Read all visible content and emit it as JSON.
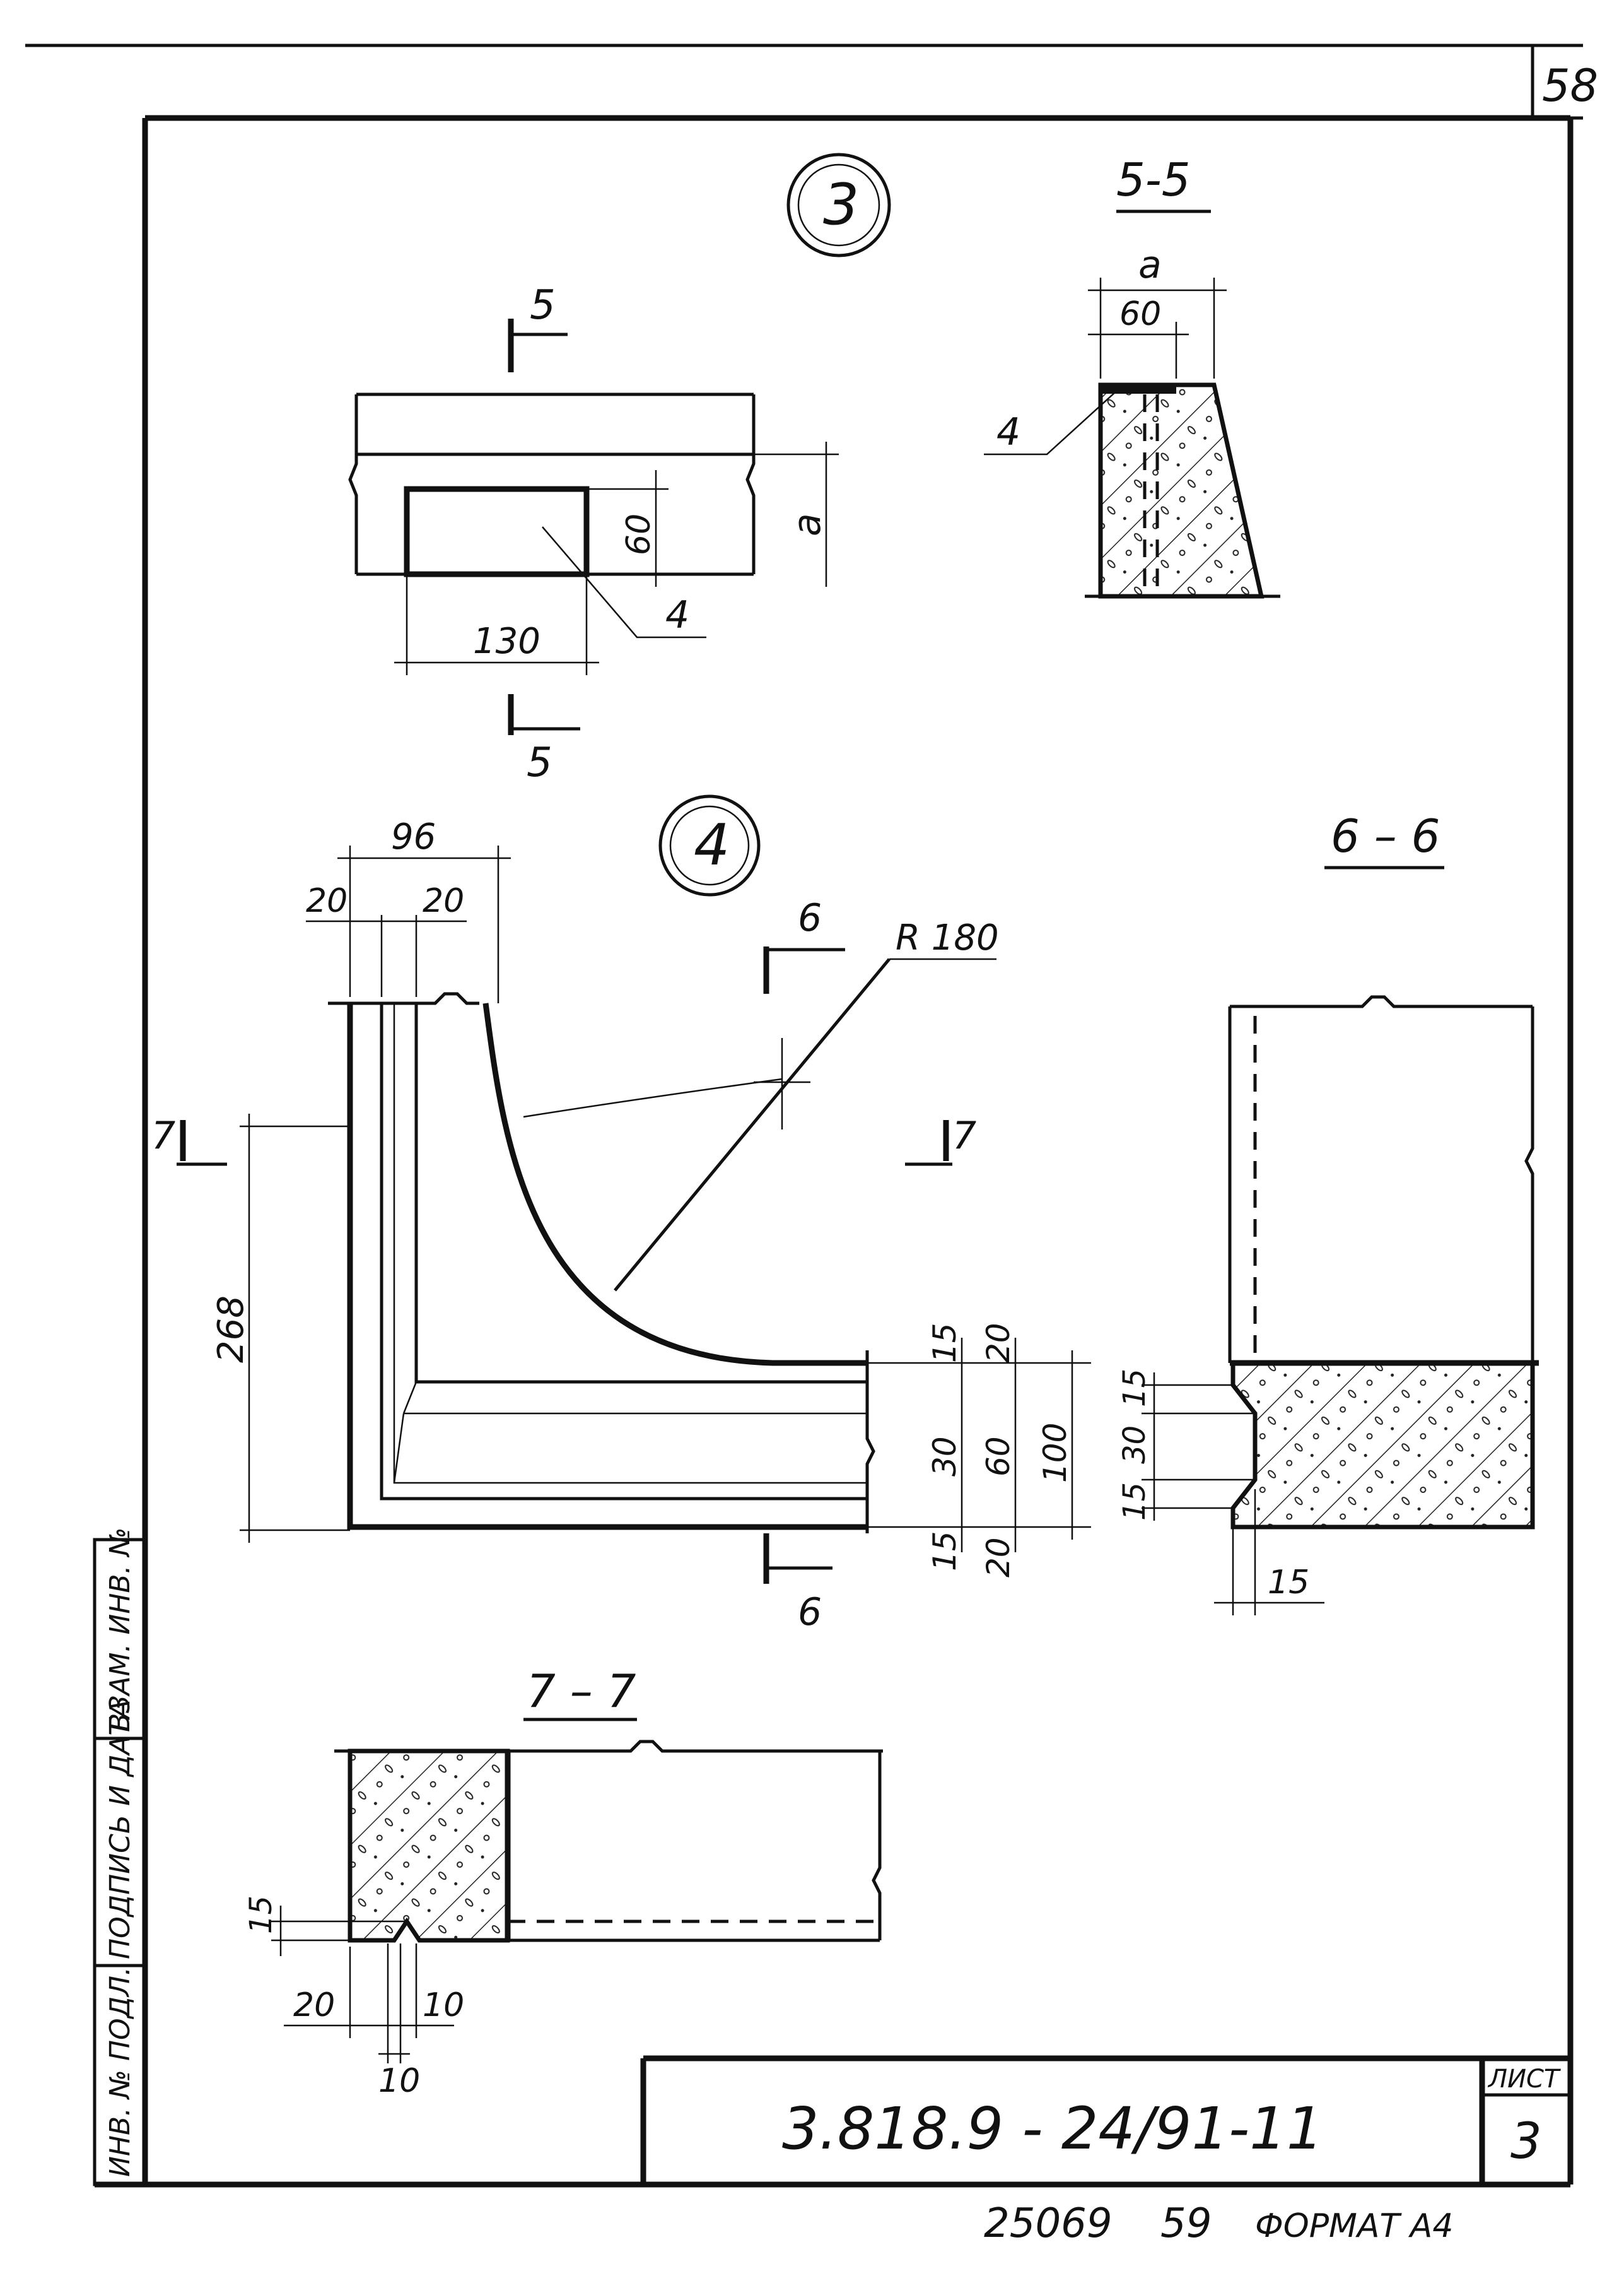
{
  "sheet": {
    "page_number": "58",
    "sheet_label": "ЛИСТ",
    "sheet_number": "3",
    "document_code": "3.818.9 - 24/91-11",
    "footer_inventory": "25069",
    "footer_page": "59",
    "footer_format": "ФОРМАТ А4"
  },
  "side_stamp": {
    "inv_podl": "ИНВ. № ПОДЛ.",
    "podpis_data": "ПОДПИСЬ И ДАТА",
    "vzam_inv": "ВЗАМ. ИНВ. №"
  },
  "node3": {
    "label": "3",
    "section_mark": "5",
    "dim_130": "130",
    "dim_60": "60",
    "dim_a": "a",
    "leader_4": "4"
  },
  "section55": {
    "title": "5-5",
    "dim_a": "a",
    "dim_60": "60",
    "leader_4": "4"
  },
  "node4": {
    "label": "4",
    "dim_96": "96",
    "dim_20_left": "20",
    "dim_20_right": "20",
    "radius": "R 180",
    "section_mark_6": "6",
    "section_mark_7": "7",
    "dim_268": "268",
    "dim_15_top": "15",
    "dim_20_top": "20",
    "dim_30": "30",
    "dim_60": "60",
    "dim_100": "100",
    "dim_15_bottom": "15",
    "dim_20_bottom": "20"
  },
  "section66": {
    "title": "6 – 6",
    "dim_15_top": "15",
    "dim_30": "30",
    "dim_15_bottom": "15",
    "dim_15_horizontal": "15"
  },
  "section77": {
    "title": "7 – 7",
    "dim_15": "15",
    "dim_20": "20",
    "dim_10_right": "10",
    "dim_10_bottom": "10"
  }
}
